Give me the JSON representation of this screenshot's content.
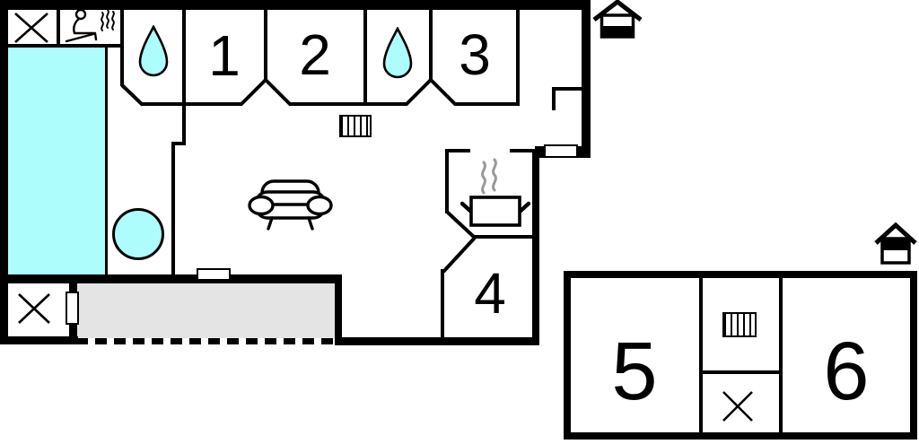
{
  "plan": {
    "type": "holiday-home floor plan",
    "buildings": [
      {
        "name": "main-building",
        "entrance_marker": "house-entrance-icon"
      },
      {
        "name": "annex-building",
        "entrance_marker": "house-entrance-icon"
      }
    ]
  },
  "rooms": {
    "main": [
      {
        "label": "1"
      },
      {
        "label": "2"
      },
      {
        "label": "3"
      },
      {
        "label": "4"
      }
    ],
    "annex": [
      {
        "label": "5"
      },
      {
        "label": "6"
      }
    ]
  },
  "icons": {
    "window_symbol_top_left": "window-x-icon",
    "sauna": "sauna-icon",
    "shower_west": "water-drop-icon",
    "shower_east": "water-drop-icon",
    "radiator_main": "radiator-icon",
    "radiator_annex": "radiator-icon",
    "sofa": "sofa-icon",
    "stove": "cooking-pot-icon",
    "hot_tub": "hot-tub-circle",
    "pool": "pool-water-area",
    "terrace": "terrace-area",
    "window_symbol_basement": "window-x-icon",
    "window_symbol_annex": "window-x-icon",
    "entrance_main": "house-entrance-icon",
    "entrance_annex": "house-entrance-icon"
  },
  "colors": {
    "water": "#ADFDFD",
    "terrace_floor": "#E4E4E4",
    "walls": "#000000",
    "steam": "#999999",
    "background": "#FFFFFF"
  }
}
